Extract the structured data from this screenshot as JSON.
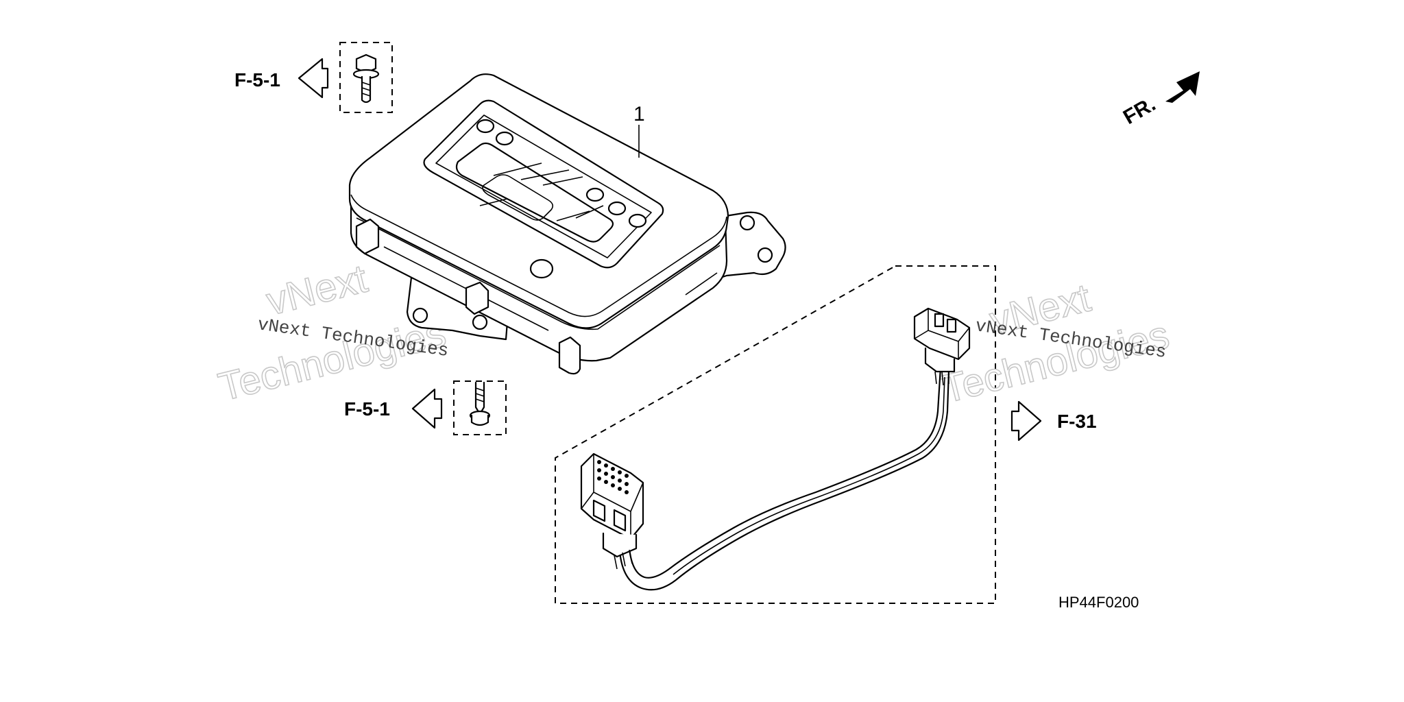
{
  "labels": {
    "ref_top_left": "F-5-1",
    "ref_mid_left": "F-5-1",
    "ref_right": "F-31",
    "part_number": "1",
    "diagram_code": "HP44F0200",
    "direction": "FR."
  },
  "watermarks": {
    "left_small": "vNext Technologies",
    "left_big_1": "vNext",
    "left_big_2": "Technologies",
    "right_small": "vNext Technologies",
    "right_big_1": "vNext",
    "right_big_2": "Technologies"
  }
}
